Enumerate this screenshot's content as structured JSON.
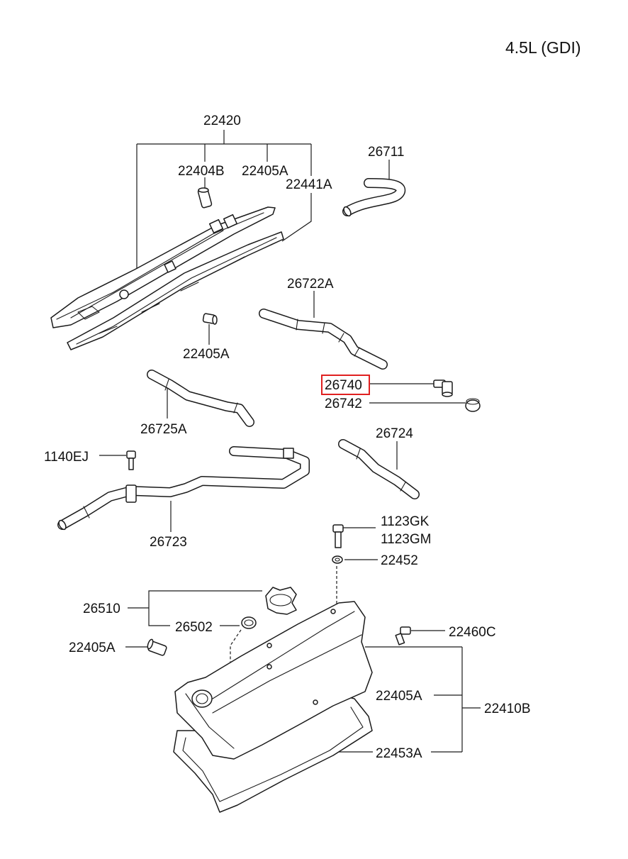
{
  "engine": "4.5L (GDI)",
  "parts": {
    "p22420": "22420",
    "p22404B": "22404B",
    "p22405A_top": "22405A",
    "p22441A": "22441A",
    "p26711": "26711",
    "p26722A": "26722A",
    "p22405A_mid": "22405A",
    "p26740": "26740",
    "p26742": "26742",
    "p26725A": "26725A",
    "p26724": "26724",
    "p1140EJ": "1140EJ",
    "p26723": "26723",
    "p1123GK": "1123GK",
    "p1123GM": "1123GM",
    "p22452": "22452",
    "p26510": "26510",
    "p26502": "26502",
    "p22460C": "22460C",
    "p22405A_low": "22405A",
    "p22405A_cover": "22405A",
    "p22410B": "22410B",
    "p22453A": "22453A"
  },
  "highlight": {
    "part": "26740",
    "color": "#e02020"
  }
}
